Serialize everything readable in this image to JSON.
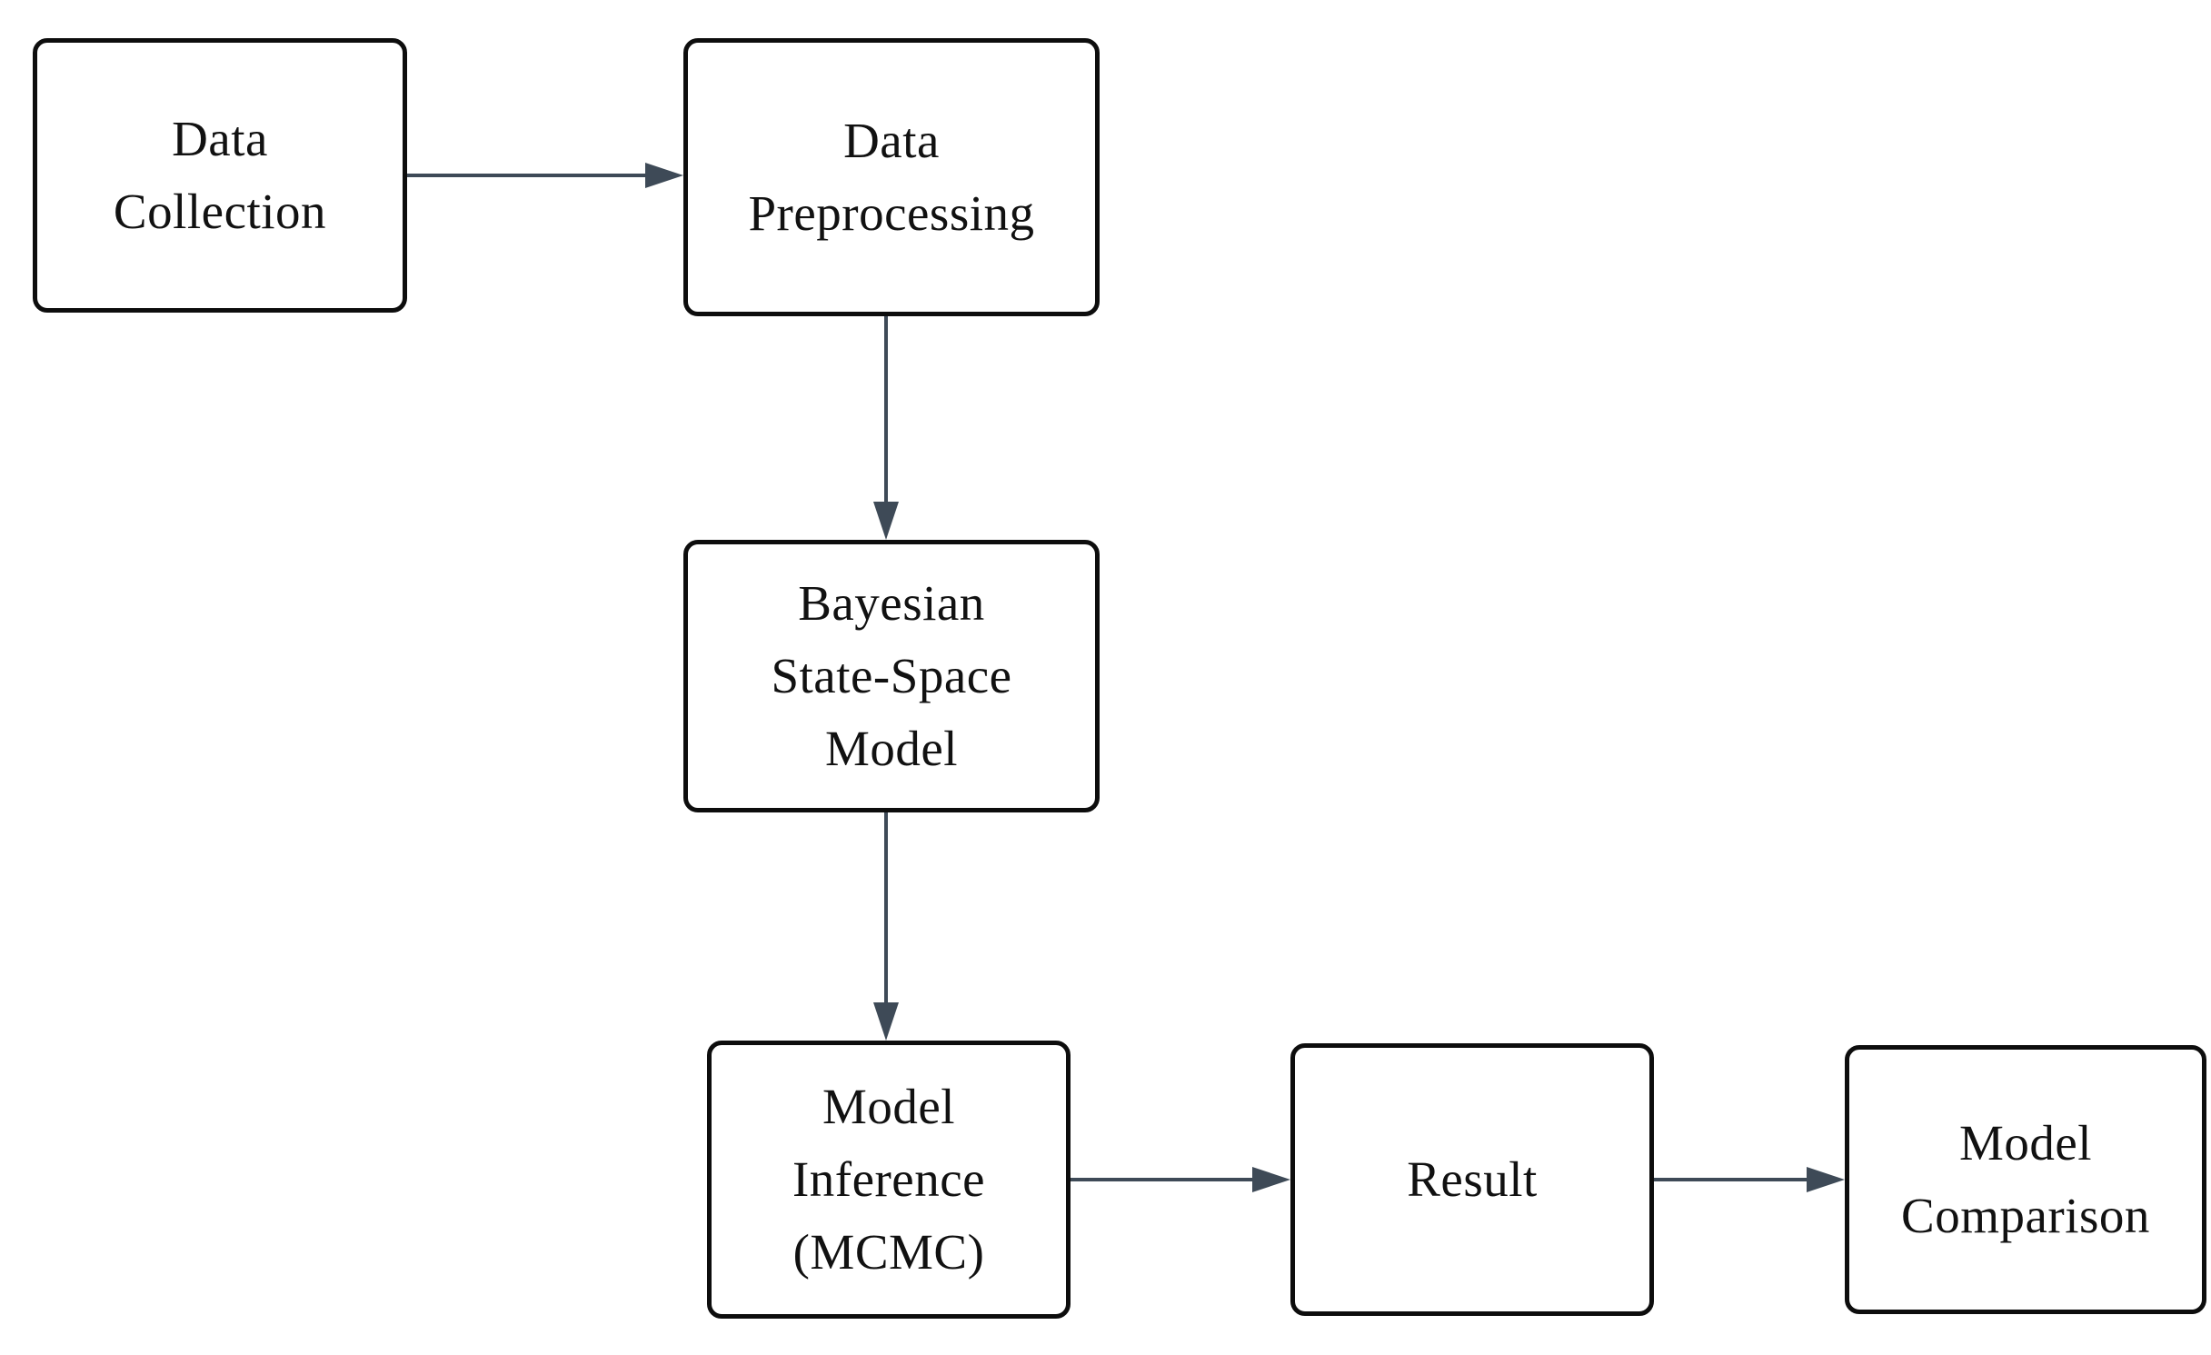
{
  "diagram": {
    "type": "flowchart",
    "colors": {
      "background": "#ffffff",
      "node_fill": "#ffffff",
      "node_border": "#0d0d0d",
      "arrow": "#3e4a57",
      "text": "#111111"
    },
    "nodes": [
      {
        "id": "data-collection",
        "lines": [
          "Data",
          "Collection"
        ]
      },
      {
        "id": "data-preprocessing",
        "lines": [
          "Data",
          "Preprocessing"
        ]
      },
      {
        "id": "bayesian-state-space-model",
        "lines": [
          "Bayesian",
          "State-Space",
          "Model"
        ]
      },
      {
        "id": "model-inference-mcmc",
        "lines": [
          "Model",
          "Inference",
          "(MCMC)"
        ]
      },
      {
        "id": "result",
        "lines": [
          "Result"
        ]
      },
      {
        "id": "model-comparison",
        "lines": [
          "Model",
          "Comparison"
        ]
      }
    ],
    "edges": [
      {
        "from": "data-collection",
        "to": "data-preprocessing"
      },
      {
        "from": "data-preprocessing",
        "to": "bayesian-state-space-model"
      },
      {
        "from": "bayesian-state-space-model",
        "to": "model-inference-mcmc"
      },
      {
        "from": "model-inference-mcmc",
        "to": "result"
      },
      {
        "from": "result",
        "to": "model-comparison"
      }
    ]
  }
}
